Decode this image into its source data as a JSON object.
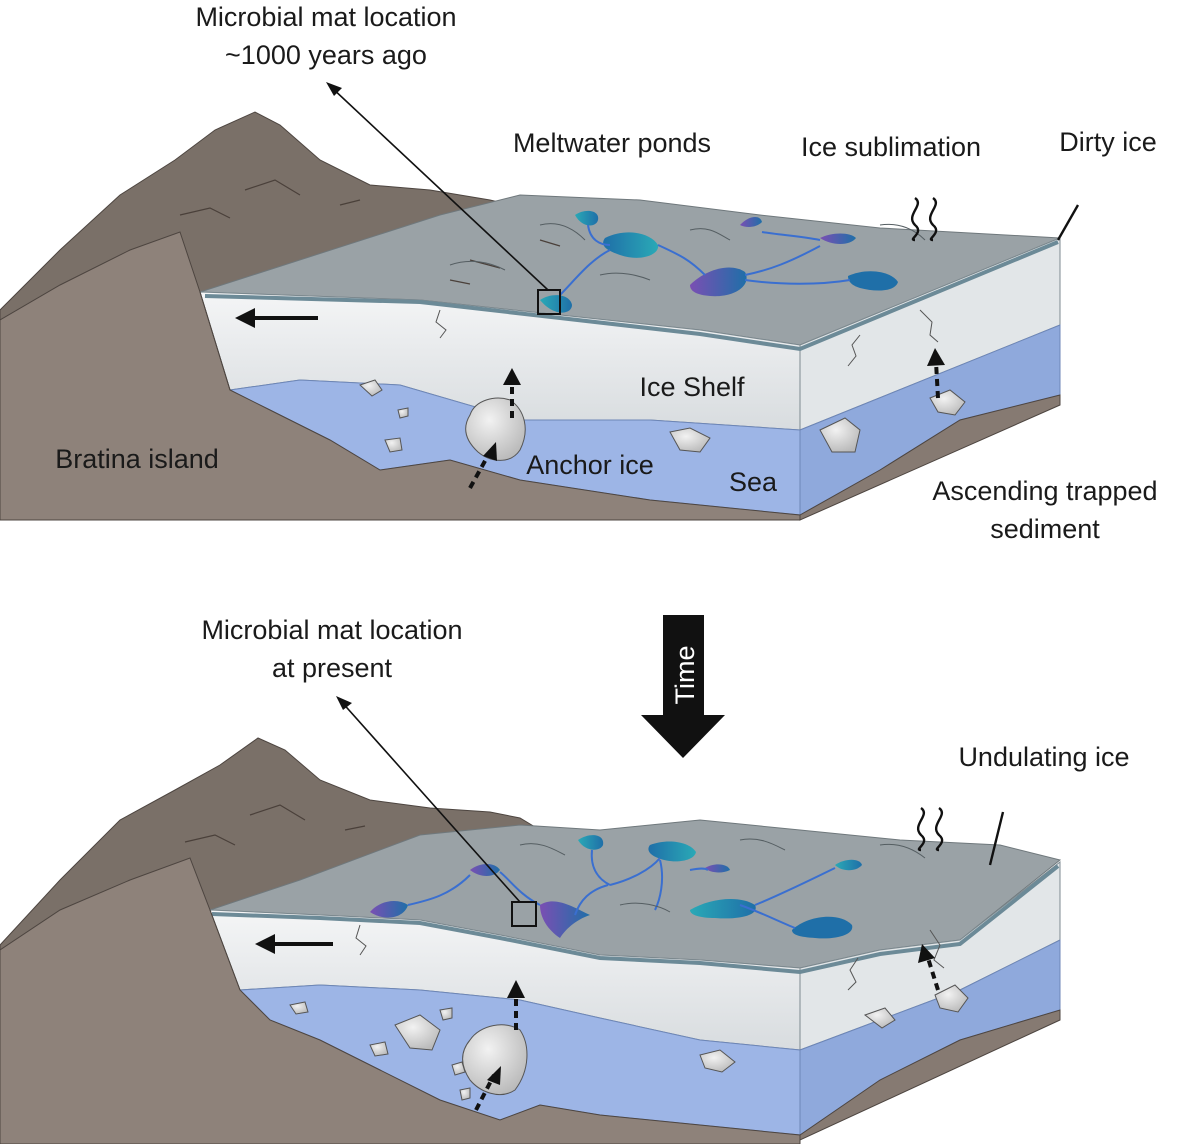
{
  "top_panel": {
    "mat_label_line1": "Microbial mat location",
    "mat_label_line2": "~1000 years ago",
    "meltwater_ponds": "Meltwater ponds",
    "ice_sublimation": "Ice sublimation",
    "dirty_ice": "Dirty ice",
    "ice_shelf": "Ice Shelf",
    "bratina_island": "Bratina island",
    "anchor_ice": "Anchor ice",
    "sea": "Sea",
    "ascending_line1": "Ascending trapped",
    "ascending_line2": "sediment"
  },
  "time_arrow": {
    "label": "Time"
  },
  "bottom_panel": {
    "mat_label_line1": "Microbial mat location",
    "mat_label_line2": "at present",
    "undulating_ice": "Undulating ice"
  },
  "colors": {
    "rock_dark": "#807870",
    "rock_light": "#92847b",
    "ice_surface": "#9aa2a6",
    "ice_shelf": "#e9ecee",
    "sea": "#9db5e6",
    "pond_teal": "#2aa9b6",
    "pond_blue": "#1f6fa8",
    "pond_purple": "#7a4fb3"
  }
}
